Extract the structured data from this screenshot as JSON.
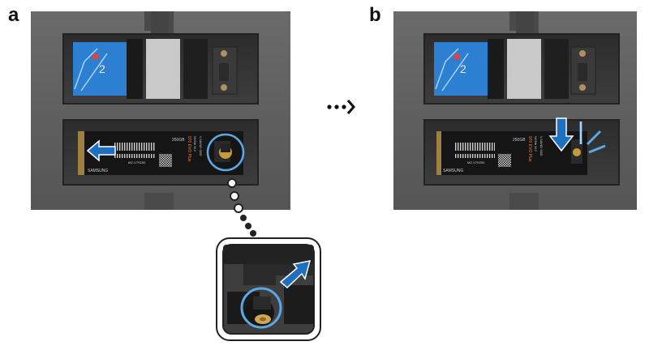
{
  "labels": {
    "step_a": "a",
    "step_b": "b"
  },
  "ssd": {
    "brand": "SAMSUNG",
    "model": "970 EVO Plus",
    "capacity": "250GB",
    "interface": "NVMe M.2",
    "type": "V-NAND SSD"
  },
  "colors": {
    "arrow_blue": "#1f6fc0",
    "highlight_blue": "#5aa8e6",
    "bay_gray": "#3a3a3a",
    "panel_gray": "#5f5f5f",
    "pcb_black": "#141414"
  },
  "icons": [
    "arrow-left-icon",
    "arrow-down-icon",
    "arrow-up-right-icon",
    "ellipsis-arrow-icon",
    "callout-dots"
  ]
}
